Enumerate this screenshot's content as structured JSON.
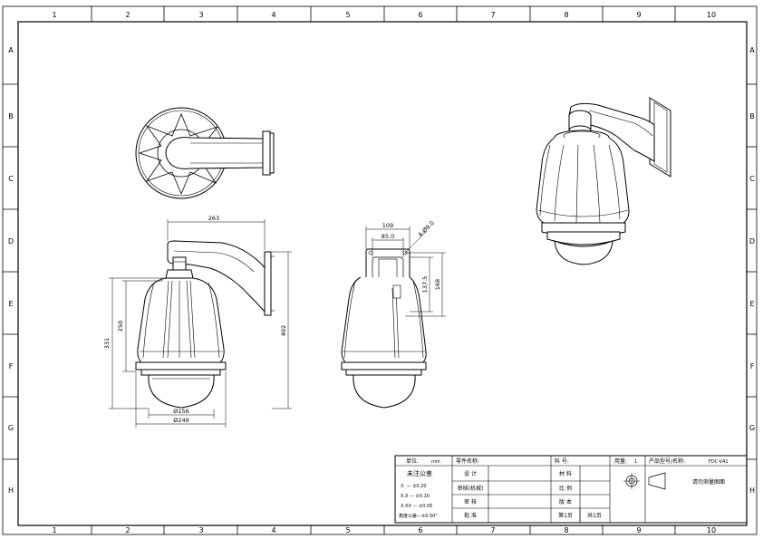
{
  "frame": {
    "col_labels": [
      "1",
      "2",
      "3",
      "4",
      "5",
      "6",
      "7",
      "8",
      "9",
      "10"
    ],
    "row_labels": [
      "A",
      "B",
      "C",
      "D",
      "E",
      "F",
      "G",
      "H"
    ]
  },
  "dimensions": {
    "top_width": "263",
    "total_height": "402",
    "height_331": "331",
    "height_250": "250",
    "dome_dia": "Ø156",
    "body_dia": "Ø249",
    "bracket_w": "109",
    "bracket_inner": "85.0",
    "hole": "4-Ø9.0",
    "slot": "137.5",
    "bracket_h": "168"
  },
  "title_block": {
    "unit_label": "单位:",
    "unit_value": "mm",
    "part_name_label": "零件名称:",
    "material_no_label": "料 号:",
    "usage_label": "用量:",
    "usage_value": "1",
    "product_label": "产品型号/名称:",
    "product_value": "FDC-V41",
    "tolerance_title": "未注公差",
    "tol_1": "X.   — ±0.20",
    "tol_2": "X.X  — ±0.10",
    "tol_3": "X.XX — ±0.05",
    "tol_angle": "角度公差—±0.50°",
    "design_label": "设 计",
    "review_label": "审核(机械)",
    "check_label": "审 核",
    "approve_label": "批 准",
    "material_label": "材 料",
    "scale_label": "比 例",
    "version_label": "版 本",
    "page_label": "第1页",
    "total_label": "共1页",
    "note": "请勿测量图面"
  }
}
